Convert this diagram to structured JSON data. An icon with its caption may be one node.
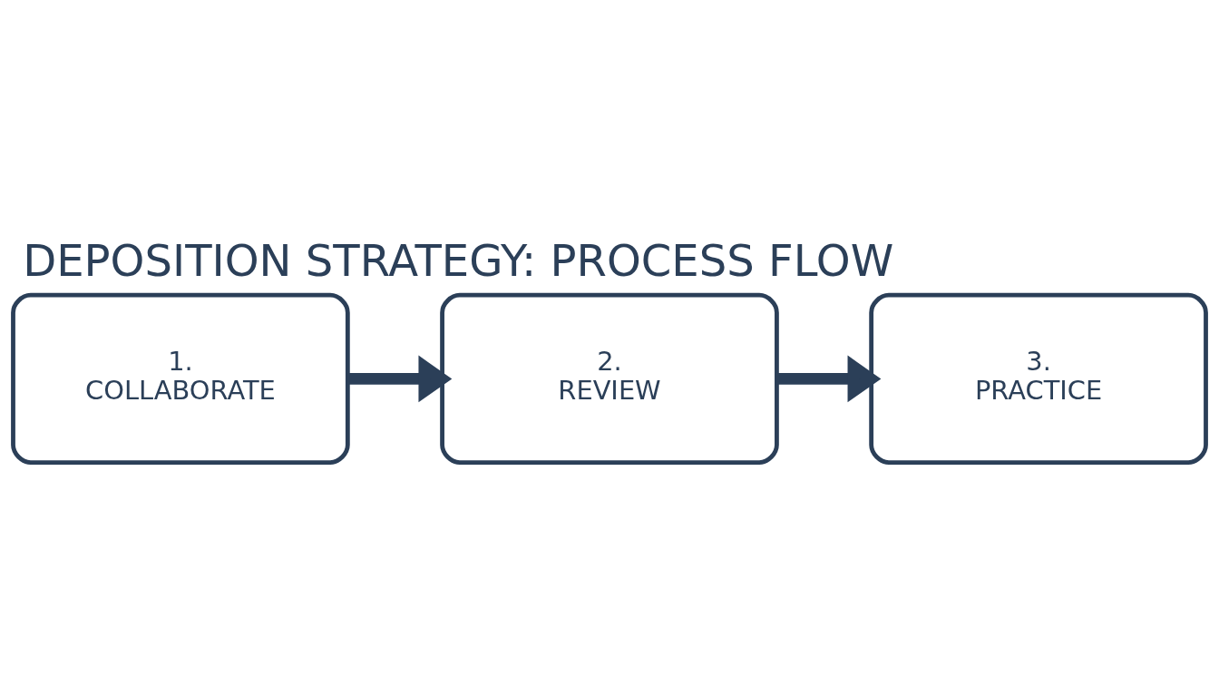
{
  "diagram": {
    "title": "DEPOSITION STRATEGY: PROCESS FLOW",
    "nodes": [
      {
        "text": [
          "1.",
          "COLLABORATE"
        ]
      },
      {
        "text": [
          "2.",
          "REVIEW"
        ]
      },
      {
        "text": [
          "3.",
          "PRACTICE"
        ]
      }
    ],
    "edges": [
      {
        "from": 0,
        "to": 1,
        "arrow": "to"
      },
      {
        "from": 1,
        "to": 2,
        "arrow": "to"
      }
    ]
  }
}
